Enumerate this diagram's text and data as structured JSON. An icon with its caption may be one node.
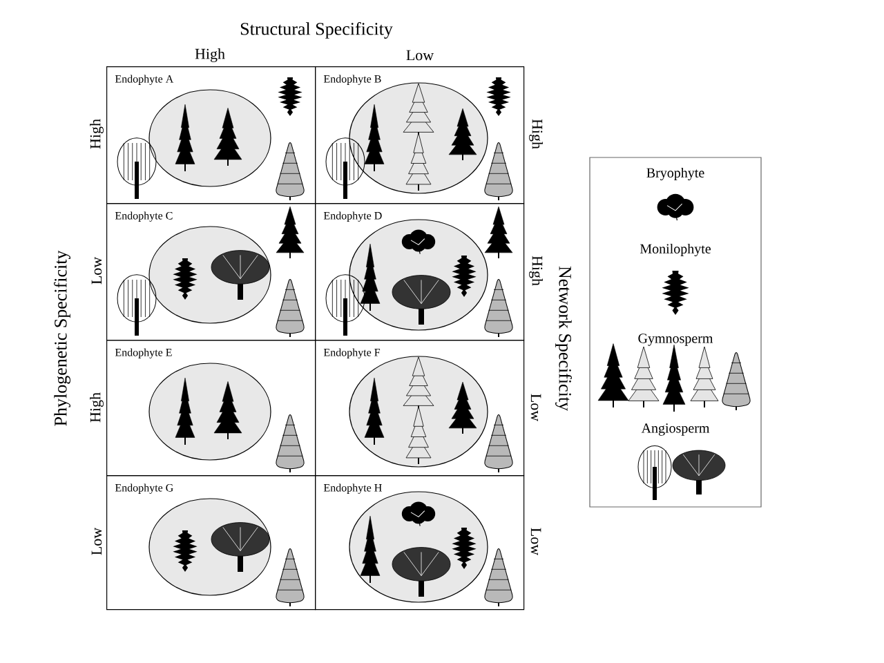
{
  "diagram": {
    "nodes": [
      {
        "text": [
          "Endophyte A"
        ]
      },
      {
        "text": [
          "Endophyte B"
        ]
      },
      {
        "text": [
          "Endophyte C"
        ]
      },
      {
        "text": [
          "Endophyte D"
        ]
      },
      {
        "text": [
          "Endophyte E"
        ]
      },
      {
        "text": [
          "Endophyte F"
        ]
      },
      {
        "text": [
          "Endophyte G"
        ]
      },
      {
        "text": [
          "Endophyte H"
        ]
      }
    ],
    "edges": [],
    "labels": [
      "Structural Specificity",
      "High",
      "Low",
      "Phylogenetic Specificity",
      "Network Specificity",
      "High",
      "Low",
      "High",
      "Low",
      "High",
      "High",
      "Low",
      "Low"
    ],
    "legend": [
      {
        "text": "Bryophyte"
      },
      {
        "text": "Monilophyte"
      },
      {
        "text": "Gymnosperm"
      },
      {
        "text": "Angiosperm"
      }
    ]
  }
}
